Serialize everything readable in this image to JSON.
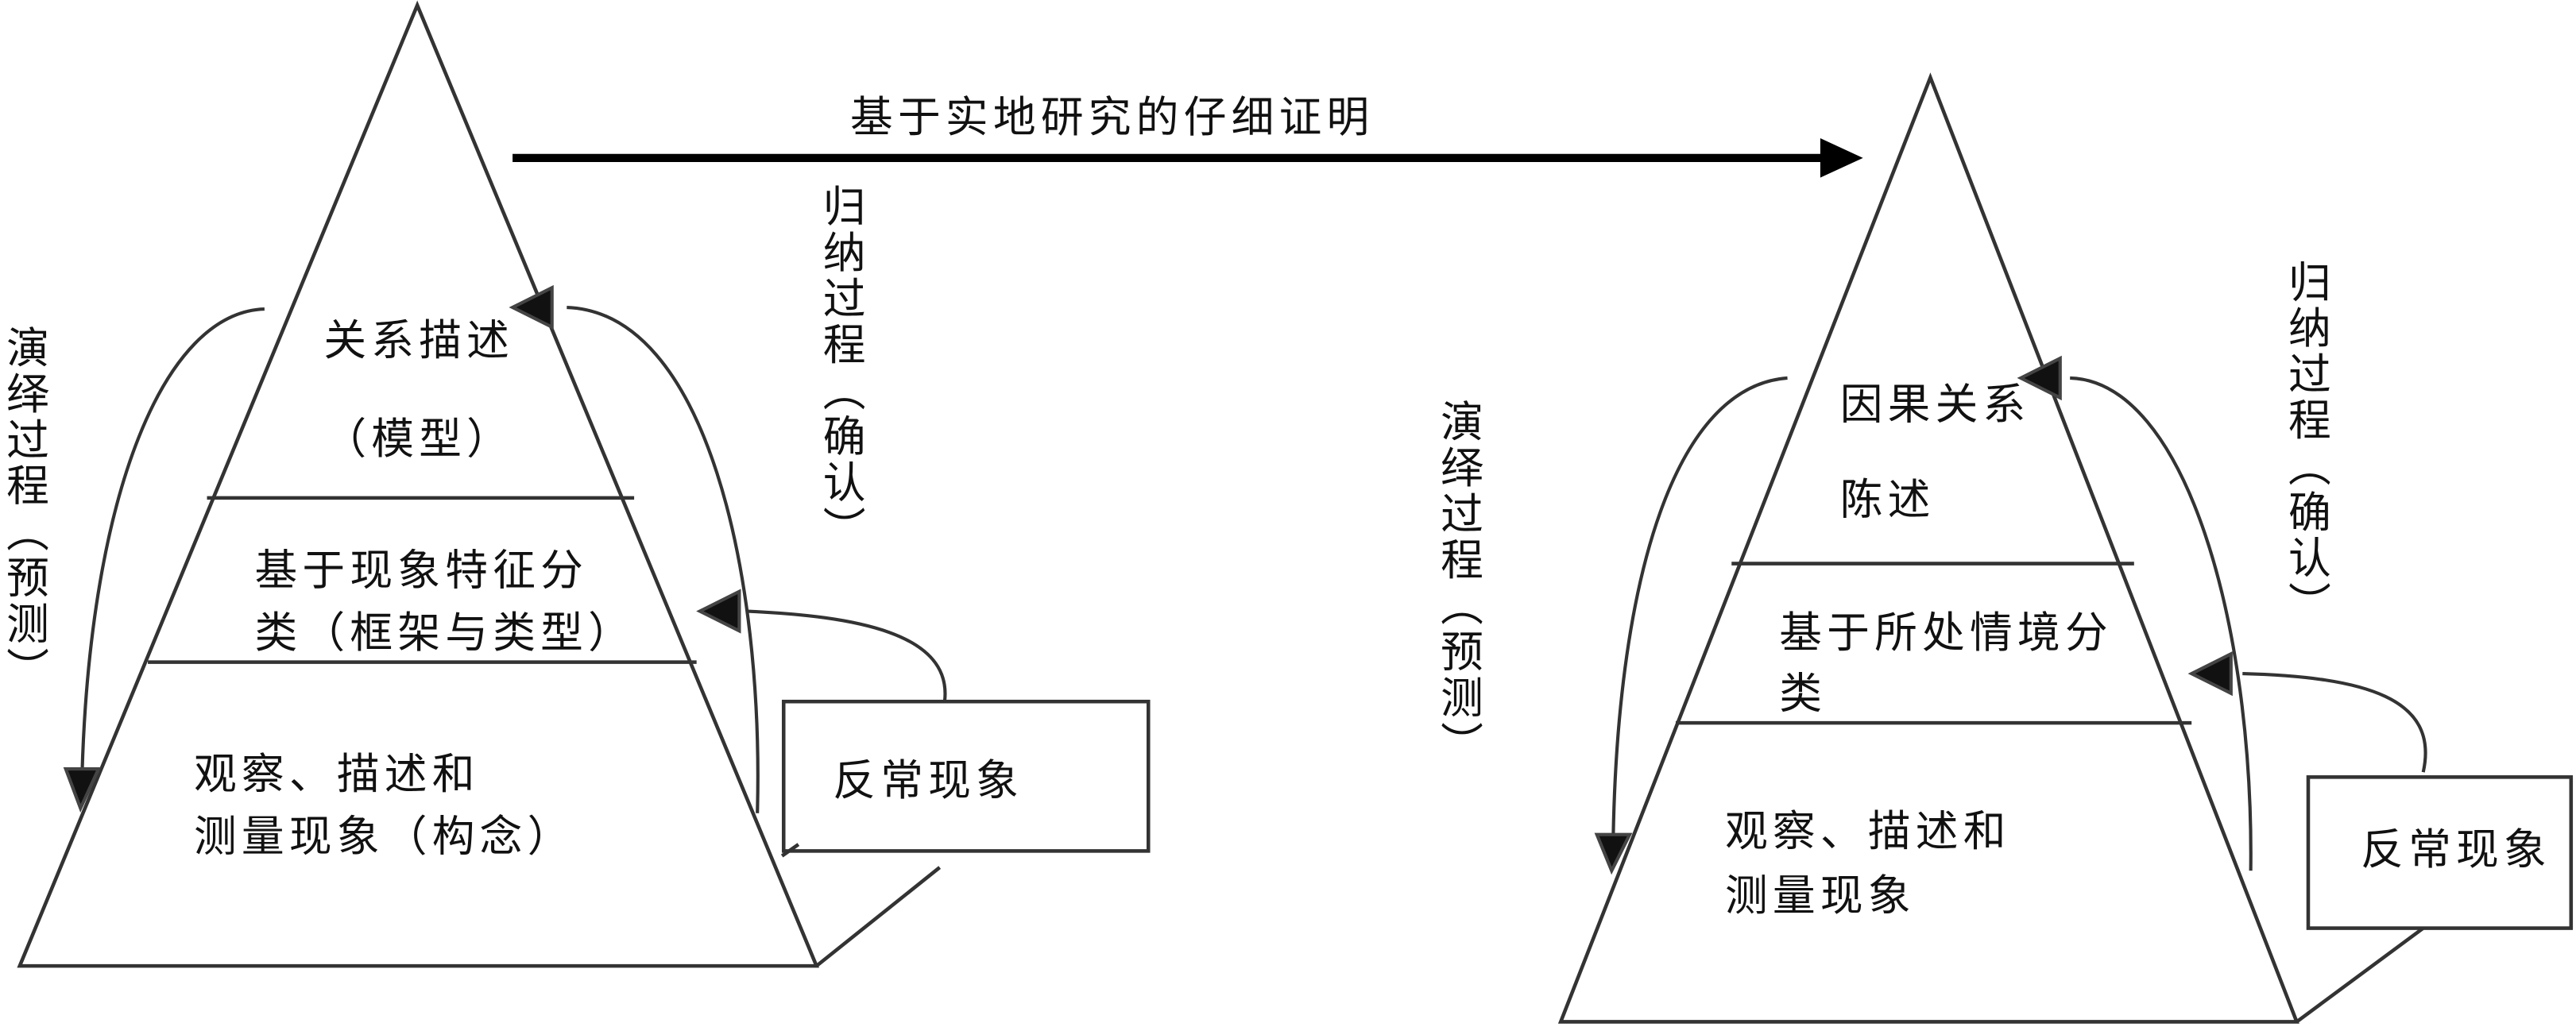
{
  "top_arrow": {
    "label": "基于实地研究的仔细证明"
  },
  "left_pyramid": {
    "top_layer": [
      "关系描述",
      "（模型）"
    ],
    "middle_layer": [
      "基于现象特征分",
      "类（框架与类型）"
    ],
    "bottom_layer": [
      "观察、描述和",
      "测量现象（构念）"
    ],
    "anomaly_box": "反常现象",
    "deduction_label": "演绎过程（预测）",
    "induction_label": "归纳过程（确认）"
  },
  "right_pyramid": {
    "top_layer": [
      "因果关系",
      "陈述"
    ],
    "middle_layer": [
      "基于所处情境分",
      "类"
    ],
    "bottom_layer": [
      "观察、描述和",
      "测量现象"
    ],
    "anomaly_box": "反常现象",
    "deduction_label": "演绎过程（预测）",
    "induction_label": "归纳过程（确认）"
  }
}
